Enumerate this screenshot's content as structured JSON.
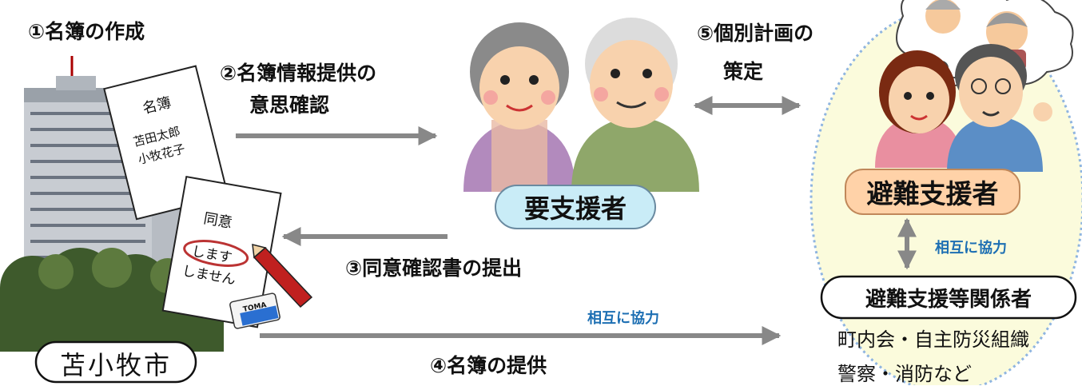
{
  "steps": {
    "step1": "①名簿の作成",
    "step2_line1": "②名簿情報提供の",
    "step2_line2": "意思確認",
    "step3": "③同意確認書の提出",
    "step4": "④名簿の提供",
    "step5_line1": "⑤個別計画の",
    "step5_line2": "策定"
  },
  "cooperation_top": "相互に協力",
  "cooperation_bottom": "相互に協力",
  "actors": {
    "city": "苫小牧市",
    "person_in_need": "要支援者",
    "supporter": "避難支援者",
    "related_parties": "避難支援等関係者",
    "related_list_line1": "町内会・自主防災組織",
    "related_list_line2": "警察・消防など"
  },
  "roster_doc": {
    "title": "名簿",
    "name1": "苫田太郎",
    "name2": "小牧花子"
  },
  "consent_doc": {
    "title": "同意",
    "option_yes": "します",
    "option_no": "しません"
  },
  "eraser_brand": "TOMA",
  "colors": {
    "arrow": "#888888",
    "badge_blue": "#c9ecf7",
    "badge_orange": "#ffd2a8",
    "ellipse_fill": "#fbfbdc",
    "ellipse_border": "#8fb5e0",
    "cooperation_text": "#1d6fb3"
  }
}
